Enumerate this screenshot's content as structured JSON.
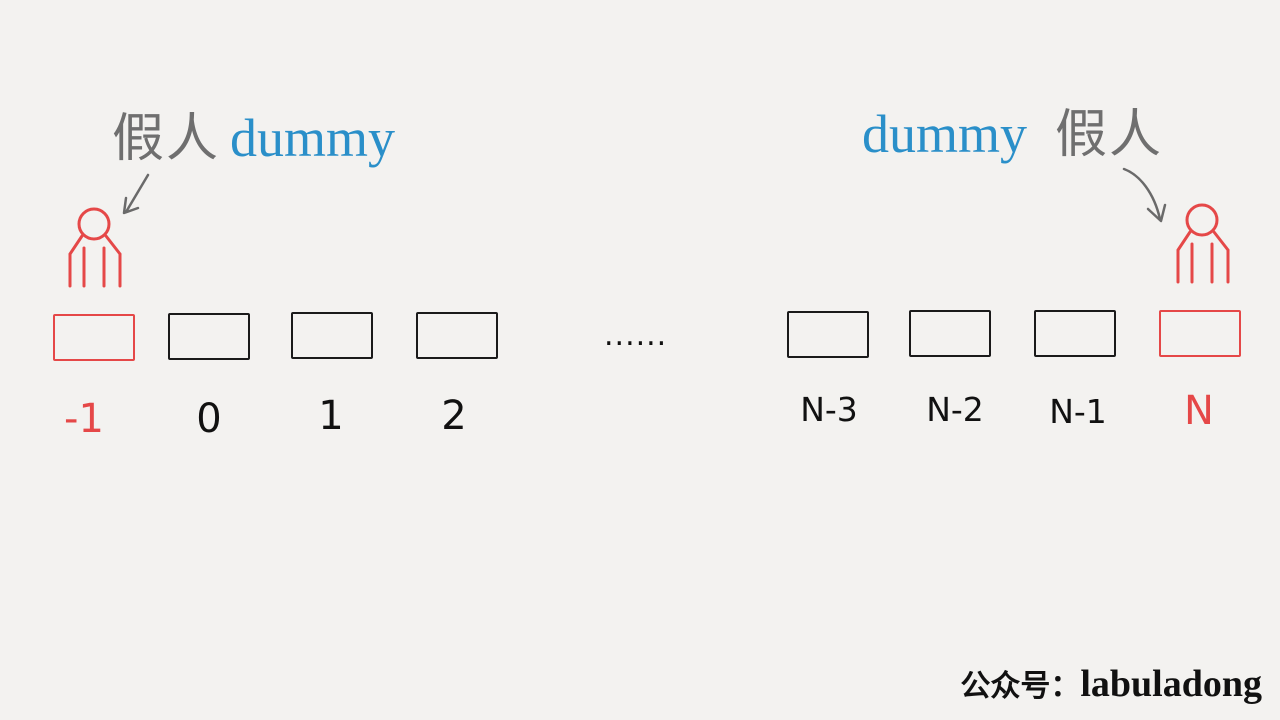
{
  "labels": {
    "left": {
      "zh": "假人",
      "en": "dummy"
    },
    "right": {
      "en": "dummy",
      "zh": "假人"
    }
  },
  "cells": [
    {
      "index": "-1",
      "dummy": true
    },
    {
      "index": "0",
      "dummy": false
    },
    {
      "index": "1",
      "dummy": false
    },
    {
      "index": "2",
      "dummy": false
    },
    {
      "index": "N-3",
      "dummy": false
    },
    {
      "index": "N-2",
      "dummy": false
    },
    {
      "index": "N-1",
      "dummy": false
    },
    {
      "index": "N",
      "dummy": true
    }
  ],
  "ellipsis": "......",
  "watermark": {
    "prefix": "公众号：",
    "name": "labuladong"
  },
  "colors": {
    "dummy": "#e54848",
    "cell": "#1a1a1a",
    "label_en": "#2a8fc9",
    "label_zh": "#6f6f6f"
  },
  "icons": [
    "person-icon",
    "arrow-icon"
  ]
}
